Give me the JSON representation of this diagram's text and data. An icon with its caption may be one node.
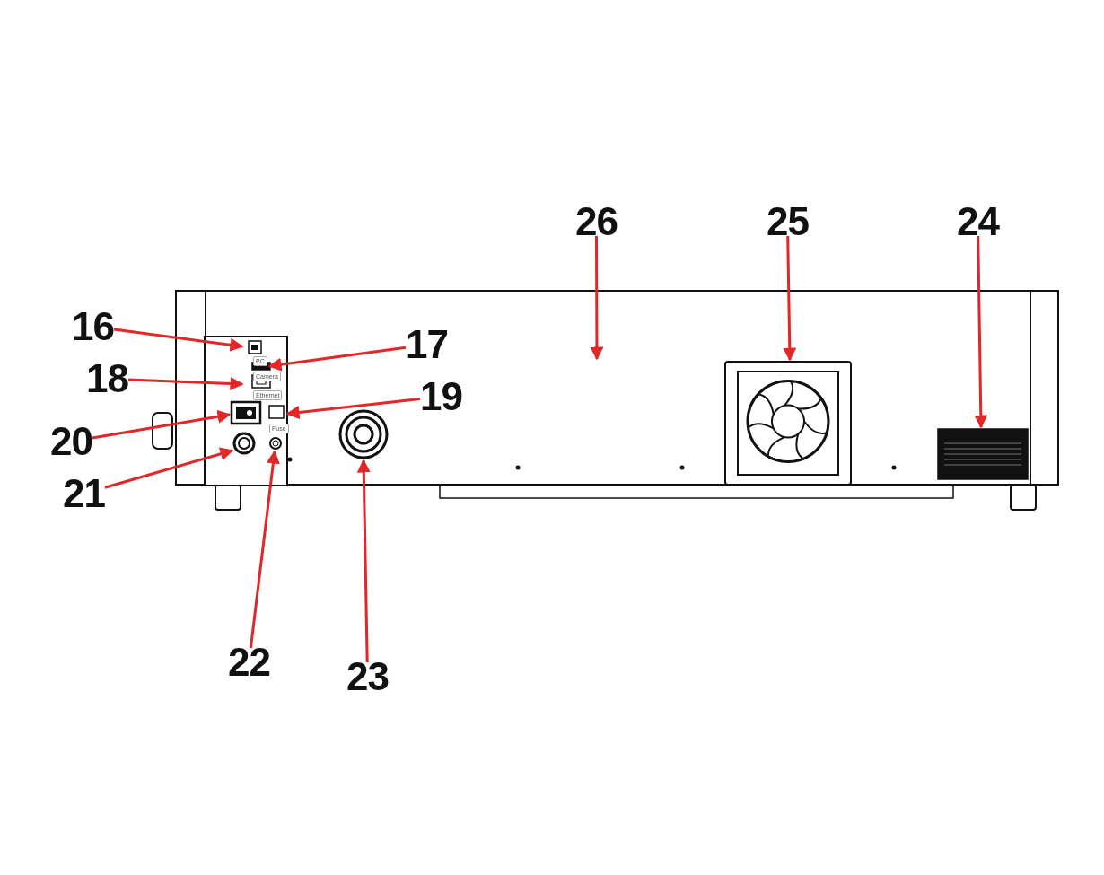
{
  "diagram": {
    "nodes": [
      {
        "text": [],
        "shape": "box"
      },
      {
        "text": [
          "16"
        ]
      },
      {
        "text": [],
        "shape": "box",
        "in": 0
      },
      {
        "text": [
          "17"
        ],
        "in": 0
      },
      {
        "text": [],
        "shape": "box",
        "in": 0
      },
      {
        "text": [
          "18"
        ]
      },
      {
        "text": [],
        "shape": "box",
        "in": 0
      },
      {
        "text": [
          "19"
        ],
        "in": 0
      },
      {
        "text": [],
        "shape": "box",
        "in": 0
      },
      {
        "text": [
          "20"
        ]
      },
      {
        "text": [],
        "shape": "box",
        "in": 0
      },
      {
        "text": [
          "21"
        ]
      },
      {
        "text": [],
        "shape": "circle",
        "in": 0
      },
      {
        "text": [
          "22"
        ]
      },
      {
        "text": [],
        "shape": "circle",
        "in": 0
      },
      {
        "text": [
          "23"
        ]
      },
      {
        "text": [],
        "shape": "circle",
        "in": 0
      },
      {
        "text": [
          "24"
        ]
      },
      {
        "text": [],
        "shape": "box",
        "in": 0
      },
      {
        "text": [
          "25"
        ]
      },
      {
        "text": [],
        "shape": "picture",
        "in": 0
      },
      {
        "text": [
          "26"
        ]
      }
    ],
    "edges": [
      {
        "from": 1,
        "to": 2,
        "arrow": "to"
      },
      {
        "from": 3,
        "to": 4,
        "arrow": "to"
      },
      {
        "from": 5,
        "to": 6,
        "arrow": "to"
      },
      {
        "from": 7,
        "to": 8,
        "arrow": "to"
      },
      {
        "from": 9,
        "to": 10,
        "arrow": "to"
      },
      {
        "from": 11,
        "to": 12,
        "arrow": "to"
      },
      {
        "from": 13,
        "to": 14,
        "arrow": "to"
      },
      {
        "from": 15,
        "to": 16,
        "arrow": "to"
      },
      {
        "from": 17,
        "to": 18,
        "arrow": "to"
      },
      {
        "from": 19,
        "to": 20,
        "arrow": "to"
      },
      {
        "from": 21,
        "to": 0,
        "arrow": "to"
      }
    ],
    "labels": [
      "PC",
      "Camera",
      "Ethernet",
      "Fuse"
    ]
  }
}
